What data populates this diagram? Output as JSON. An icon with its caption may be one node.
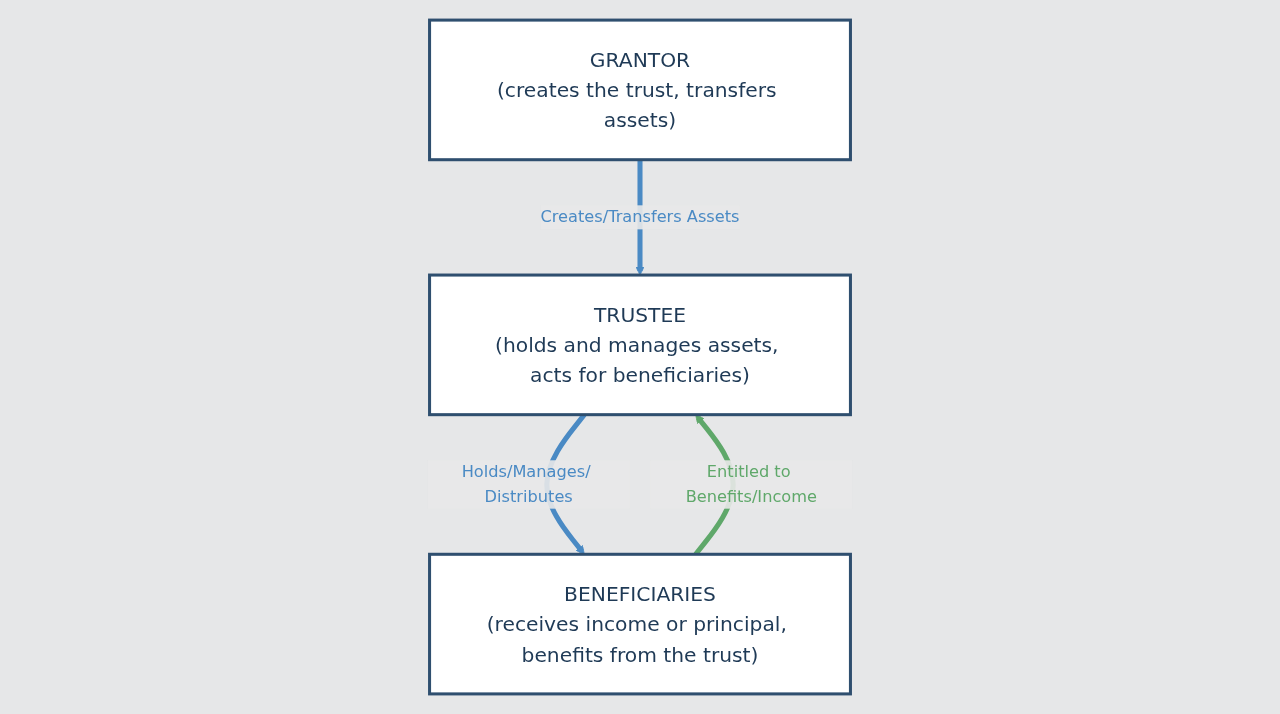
{
  "diagram": {
    "nodes": [
      {
        "text": [
          "GRANTOR",
          "(creates the trust, transfers assets)"
        ]
      },
      {
        "text": [
          "TRUSTEE",
          "(holds and manages assets, acts for beneficiaries)"
        ]
      },
      {
        "text": [
          "BENEFICIARIES",
          "(receives income or principal, benefits from the trust)"
        ]
      }
    ],
    "edges": [
      {
        "from": 0,
        "to": 1,
        "arrow": "to",
        "label": "Creates/Transfers Assets"
      },
      {
        "from": 1,
        "to": 2,
        "arrow": "to",
        "label": "Holds/Manages/ Distributes"
      },
      {
        "from": 2,
        "to": 1,
        "arrow": "to",
        "label": "Entitled to Benefits/Income",
        "color": "#5fa86a"
      }
    ]
  }
}
